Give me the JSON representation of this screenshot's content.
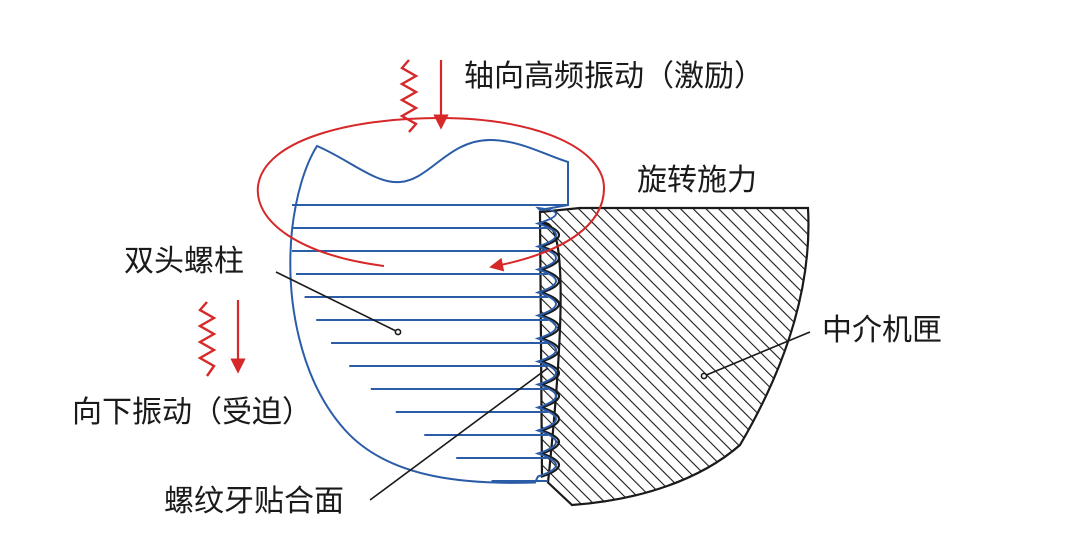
{
  "labels": {
    "axial_vibration": "轴向高频振动（激励）",
    "rotation_force": "旋转施力",
    "stud": "双头螺柱",
    "housing": "中介机匣",
    "forced_vibration": "向下振动（受迫）",
    "thread_contact": "螺纹牙贴合面"
  },
  "colors": {
    "stud_outline": "#2a5ca8",
    "excitation": "#d62828",
    "housing_outline": "#1a1a1a",
    "text": "#1a1a1a"
  },
  "icons": {
    "vibration": "zigzag-spring-icon",
    "arrow": "arrow-down-icon",
    "rotation": "rotation-ellipse-arrow"
  }
}
